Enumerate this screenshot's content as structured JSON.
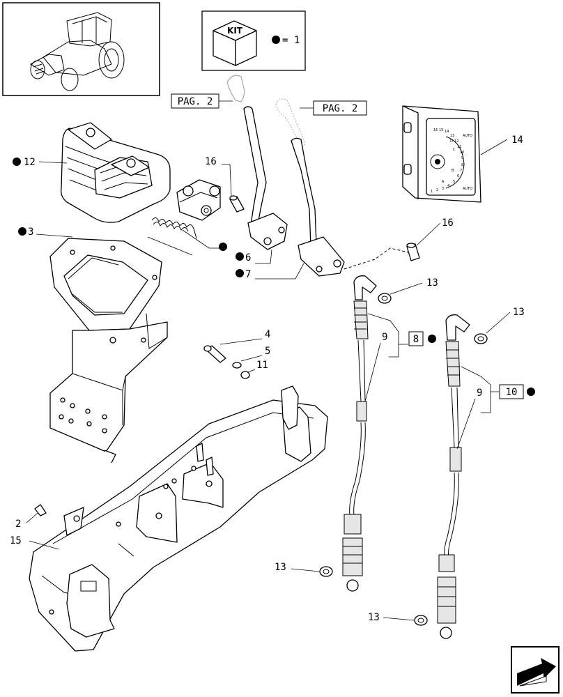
{
  "kit_box": {
    "label": "KIT",
    "legend": "= 1"
  },
  "page_refs": [
    {
      "id": "pag-left",
      "text": "PAG. 2"
    },
    {
      "id": "pag-right",
      "text": "PAG. 2"
    }
  ],
  "callouts": {
    "c2": "2",
    "c3": "3",
    "c4": "4",
    "c5": "5",
    "c6": "6",
    "c7": "7",
    "c8": "8",
    "c9a": "9",
    "c9b": "9",
    "c10": "10",
    "c11": "11",
    "c12": "12",
    "c13a": "13",
    "c13b": "13",
    "c13c": "13",
    "c13d": "13",
    "c14": "14",
    "c15": "15",
    "c16a": "16",
    "c16b": "16"
  },
  "gear_dial": {
    "labels": [
      "16",
      "15",
      "14",
      "13",
      "12",
      "11",
      "10",
      "9",
      "8",
      "7",
      "6",
      "5",
      "4",
      "3",
      "2",
      "1",
      "A",
      "B",
      "C",
      "D",
      "AUTO"
    ]
  },
  "nav": {
    "icon": "next-page-arrow-icon"
  }
}
